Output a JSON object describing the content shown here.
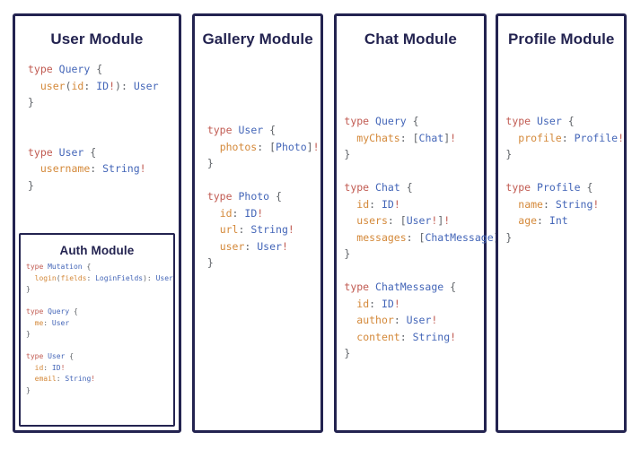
{
  "board": {
    "background": "#ffffff",
    "border_color": "#232350"
  },
  "syntax_colors": {
    "keyword": "#c15b52",
    "type_name": "#4466b8",
    "field_name": "#d4893a",
    "punctuation": "#5f6368",
    "title": "#232350"
  },
  "cards": [
    {
      "title": "User Module",
      "code": "type Query {\n  user(id: ID!): User\n}\n\n\ntype User {\n  username: String!\n}",
      "nested": {
        "title": "Auth Module",
        "code": "type Mutation {\n  login(fields: LoginFields): User\n}\n\ntype Query {\n  me: User\n}\n\ntype User {\n  id: ID!\n  email: String!\n}"
      }
    },
    {
      "title": "Gallery Module",
      "code": "type User {\n  photos: [Photo]!\n}\n\ntype Photo {\n  id: ID!\n  url: String!\n  user: User!\n}"
    },
    {
      "title": "Chat Module",
      "code": "type Query {\n  myChats: [Chat]!\n}\n\ntype Chat {\n  id: ID!\n  users: [User!]!\n  messages: [ChatMessage]!\n}\n\ntype ChatMessage {\n  id: ID!\n  author: User!\n  content: String!\n}"
    },
    {
      "title": "Profile Module",
      "code": "type User {\n  profile: Profile!\n}\n\ntype Profile {\n  name: String!\n  age: Int\n}"
    }
  ]
}
